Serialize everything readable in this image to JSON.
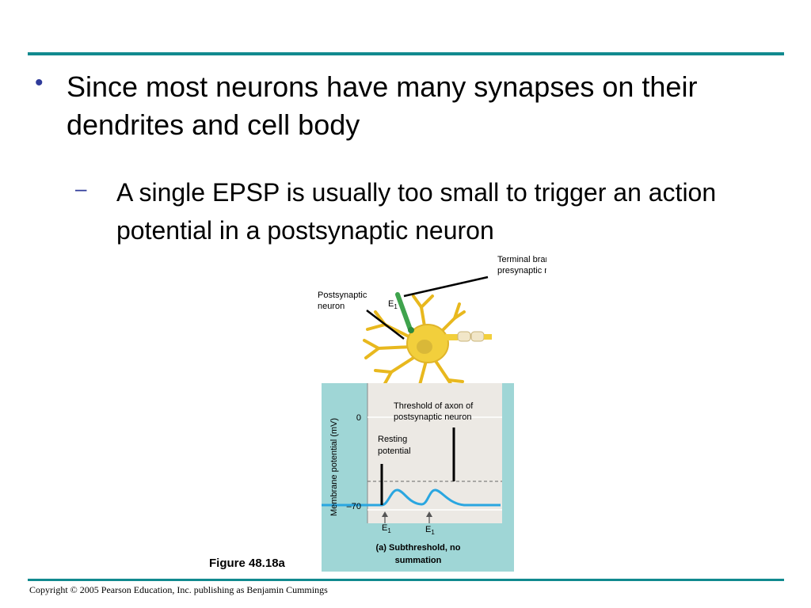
{
  "slide": {
    "bullet": "Since most neurons have many synapses on their dendrites and cell body",
    "sub_bullet": "A single EPSP is usually too small to trigger an action potential in a postsynaptic neuron",
    "bullet_glyph": "•",
    "sub_glyph": "–",
    "figure_caption": "Figure 48.18a",
    "copyright": "Copyright © 2005 Pearson Education, Inc. publishing as Benjamin Cummings"
  },
  "figure": {
    "terminal_label_1": "Terminal branch of",
    "terminal_label_2": "presynaptic neuron",
    "postsyn_label_1": "Postsynaptic",
    "postsyn_label_2": "neuron",
    "e1_top": "E",
    "e1_sub": "1",
    "threshold_1": "Threshold of axon of",
    "threshold_2": "postsynaptic neuron",
    "resting_1": "Resting",
    "resting_2": "potential",
    "ylabel": "Membrane potential (mV)",
    "tick_zero": "0",
    "tick_minus70": "–70",
    "stim_1": "E",
    "stim_1_sub": "1",
    "stim_2": "E",
    "stim_2_sub": "1",
    "panel_caption_1": "(a) Subthreshold, no",
    "panel_caption_2": "summation"
  },
  "colors": {
    "rule": "#118a8f",
    "bullet": "#2f3b9a",
    "panel_bg": "#9fd6d6",
    "plot_bg": "#ece9e4",
    "trace": "#2aa6e0",
    "neuron": "#f2cf3c",
    "presynaptic": "#3fa34d"
  }
}
